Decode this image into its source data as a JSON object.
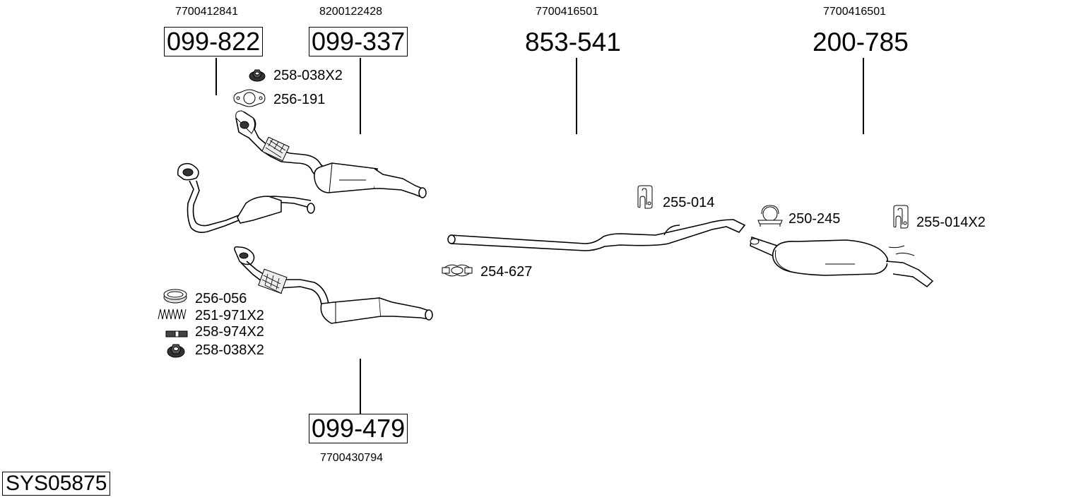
{
  "diagram": {
    "system_id": "SYS05875",
    "main_parts": [
      {
        "id": "part-099-822",
        "number": "099-822",
        "oe_number": "7700412841",
        "boxed": true
      },
      {
        "id": "part-099-337",
        "number": "099-337",
        "oe_number": "8200122428",
        "boxed": true
      },
      {
        "id": "part-853-541",
        "number": "853-541",
        "oe_number": "7700416501",
        "boxed": false
      },
      {
        "id": "part-200-785",
        "number": "200-785",
        "oe_number": "7700416501",
        "boxed": false
      },
      {
        "id": "part-099-479",
        "number": "099-479",
        "oe_number": "7700430794",
        "boxed": true
      }
    ],
    "accessories": [
      {
        "id": "acc-nut-top",
        "label": "258-038X2",
        "icon": "flange-nut-icon"
      },
      {
        "id": "acc-gasket-top",
        "label": "256-191",
        "icon": "flange-gasket-icon"
      },
      {
        "id": "acc-ring",
        "label": "256-056",
        "icon": "sealing-ring-icon"
      },
      {
        "id": "acc-spring",
        "label": "251-971X2",
        "icon": "spring-icon"
      },
      {
        "id": "acc-bolt",
        "label": "258-974X2",
        "icon": "stud-bolt-icon"
      },
      {
        "id": "acc-nut-bottom",
        "label": "258-038X2",
        "icon": "flange-nut-icon"
      },
      {
        "id": "acc-clamp-mid",
        "label": "254-627",
        "icon": "pipe-clamp-icon"
      },
      {
        "id": "acc-hanger-mid",
        "label": "255-014",
        "icon": "rubber-hanger-icon"
      },
      {
        "id": "acc-clamp-rear",
        "label": "250-245",
        "icon": "u-bolt-clamp-icon"
      },
      {
        "id": "acc-hanger-rear",
        "label": "255-014X2",
        "icon": "rubber-hanger-icon"
      }
    ]
  }
}
